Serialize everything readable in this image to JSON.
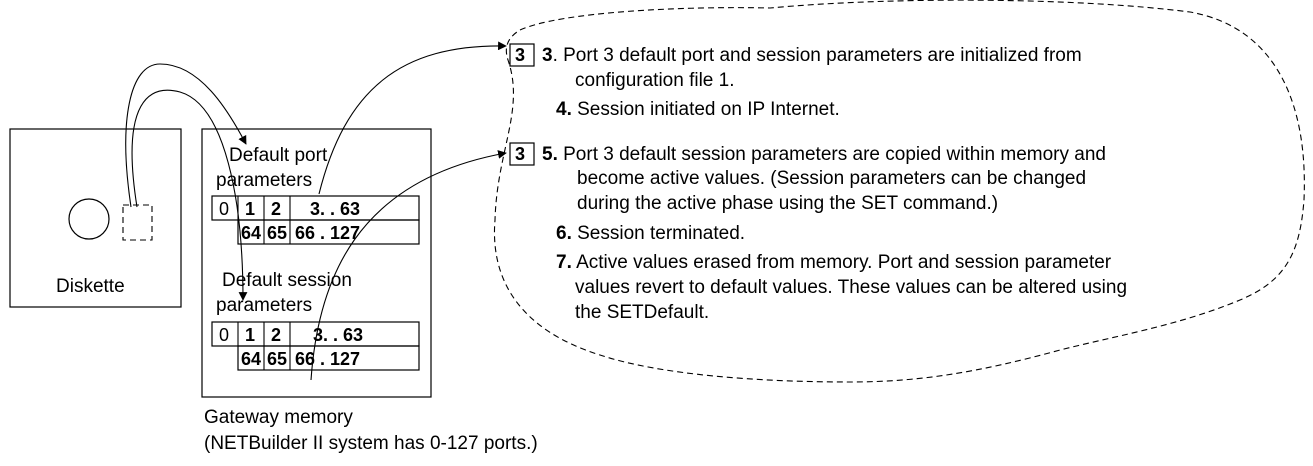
{
  "diskette": {
    "label": "Diskette"
  },
  "memory": {
    "port_params_line1": "Default port",
    "port_params_line2": "parameters",
    "session_params_line1": "Default session",
    "session_params_line2": "parameters",
    "port_table": {
      "row1": [
        "0",
        "1",
        "2",
        "3. . 63"
      ],
      "row2": [
        "64",
        "65",
        "66 . 127"
      ]
    },
    "session_table": {
      "row1": [
        "0",
        "1",
        "2",
        "3. . 63"
      ],
      "row2": [
        "64",
        "65",
        "66 . 127"
      ]
    },
    "caption_line1": "Gateway memory",
    "caption_line2": "(NETBuilder II system has 0-127 ports.)"
  },
  "steps": {
    "badge_a": "3",
    "badge_b": "3",
    "s3_num": "3",
    "s3_line1": ". Port 3 default port and session parameters are initialized from",
    "s3_line2": "configuration file 1.",
    "s4_num": "4.",
    "s4_text": " Session initiated on IP Internet.",
    "s5_num": "5.",
    "s5_line1": " Port 3 default session parameters are copied within memory and",
    "s5_line2": "become active values. (Session parameters can be changed",
    "s5_line3": "during the active phase using the SET command.)",
    "s6_num": "6.",
    "s6_text": " Session terminated.",
    "s7_num": "7.",
    "s7_line1": " Active values erased from memory.  Port and session parameter",
    "s7_line2": "values revert to default values. These values can be altered using",
    "s7_line3": "the SETDefault."
  }
}
